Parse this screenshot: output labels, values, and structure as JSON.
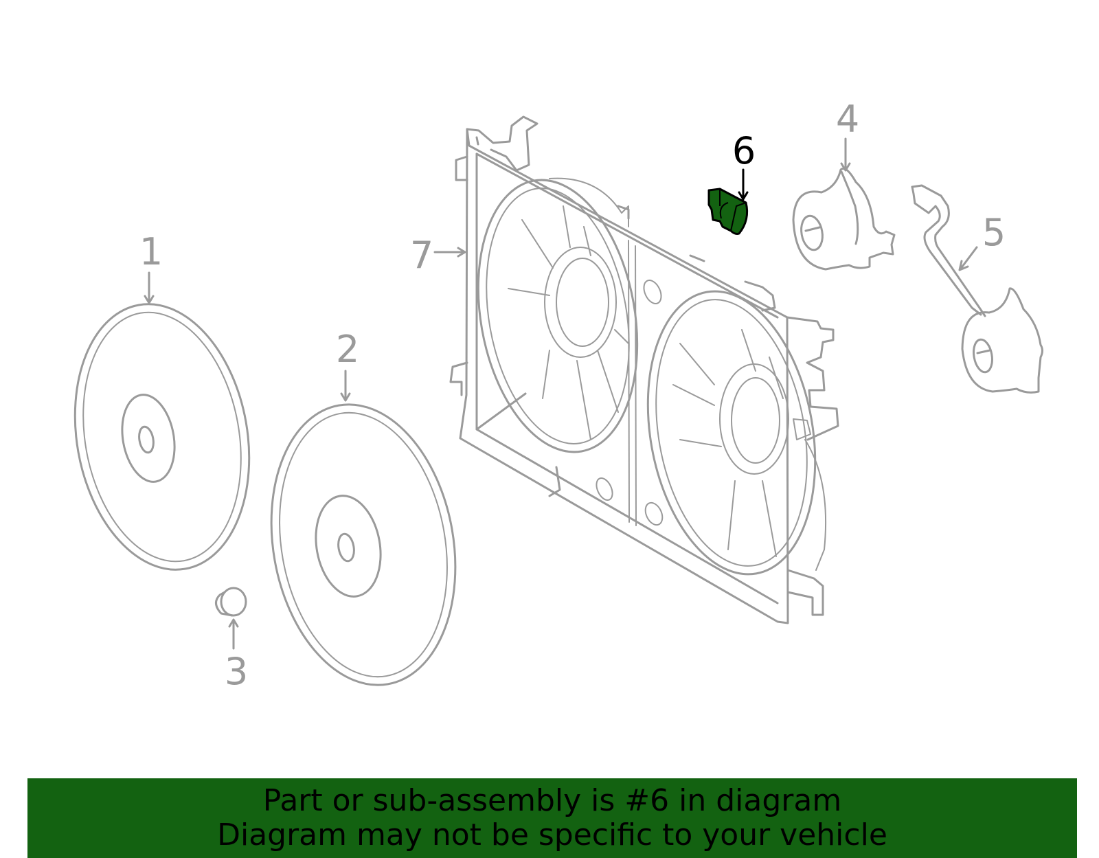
{
  "diagram": {
    "callouts": [
      {
        "label": "1",
        "part": "fan-blade-left"
      },
      {
        "label": "2",
        "part": "fan-blade-right"
      },
      {
        "label": "3",
        "part": "fan-nut"
      },
      {
        "label": "4",
        "part": "fan-motor-upper"
      },
      {
        "label": "5",
        "part": "fan-motor-lower"
      },
      {
        "label": "6",
        "part": "resistor-connector"
      },
      {
        "label": "7",
        "part": "fan-shroud"
      }
    ],
    "highlighted_callout": "6"
  },
  "colors": {
    "line": "#9a9a9a",
    "highlight": "#136211",
    "banner": "#136211",
    "text": "#000000"
  },
  "banner": {
    "line1": "Part or sub-assembly is #6 in diagram",
    "line2": "Diagram may not be specific to your vehicle"
  }
}
